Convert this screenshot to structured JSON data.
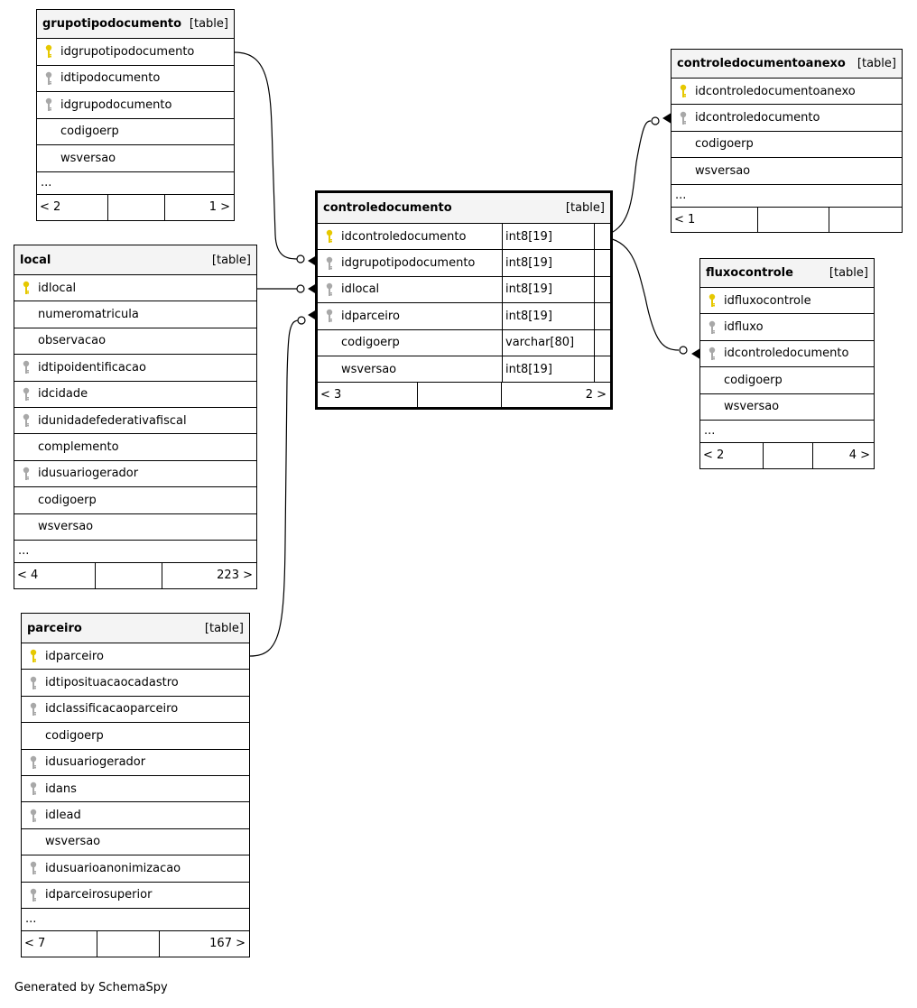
{
  "generated": "Generated by SchemaSpy",
  "tables": {
    "grupotipodocumento": {
      "name": "grupotipodocumento",
      "tag": "[table]",
      "columns": [
        {
          "name": "idgrupotipodocumento",
          "key": "primary"
        },
        {
          "name": "idtipodocumento",
          "key": "foreign"
        },
        {
          "name": "idgrupodocumento",
          "key": "foreign"
        },
        {
          "name": "codigoerp",
          "key": "none"
        },
        {
          "name": "wsversao",
          "key": "none"
        }
      ],
      "ellipsis": "...",
      "footer": {
        "left": "< 2",
        "right": "1 >"
      }
    },
    "local": {
      "name": "local",
      "tag": "[table]",
      "columns": [
        {
          "name": "idlocal",
          "key": "primary"
        },
        {
          "name": "numeromatricula",
          "key": "none"
        },
        {
          "name": "observacao",
          "key": "none"
        },
        {
          "name": "idtipoidentificacao",
          "key": "foreign"
        },
        {
          "name": "idcidade",
          "key": "foreign"
        },
        {
          "name": "idunidadefederativafiscal",
          "key": "foreign"
        },
        {
          "name": "complemento",
          "key": "none"
        },
        {
          "name": "idusuariogerador",
          "key": "foreign"
        },
        {
          "name": "codigoerp",
          "key": "none"
        },
        {
          "name": "wsversao",
          "key": "none"
        }
      ],
      "ellipsis": "...",
      "footer": {
        "left": "< 4",
        "right": "223 >"
      }
    },
    "parceiro": {
      "name": "parceiro",
      "tag": "[table]",
      "columns": [
        {
          "name": "idparceiro",
          "key": "primary"
        },
        {
          "name": "idtiposituacaocadastro",
          "key": "foreign"
        },
        {
          "name": "idclassificacaoparceiro",
          "key": "foreign"
        },
        {
          "name": "codigoerp",
          "key": "none"
        },
        {
          "name": "idusuariogerador",
          "key": "foreign"
        },
        {
          "name": "idans",
          "key": "foreign"
        },
        {
          "name": "idlead",
          "key": "foreign"
        },
        {
          "name": "wsversao",
          "key": "none"
        },
        {
          "name": "idusuarioanonimizacao",
          "key": "foreign"
        },
        {
          "name": "idparceirosuperior",
          "key": "foreign"
        }
      ],
      "ellipsis": "...",
      "footer": {
        "left": "< 7",
        "right": "167 >"
      }
    },
    "controledocumento": {
      "name": "controledocumento",
      "tag": "[table]",
      "columns": [
        {
          "name": "idcontroledocumento",
          "type": "int8[19]",
          "key": "primary"
        },
        {
          "name": "idgrupotipodocumento",
          "type": "int8[19]",
          "key": "foreign"
        },
        {
          "name": "idlocal",
          "type": "int8[19]",
          "key": "foreign"
        },
        {
          "name": "idparceiro",
          "type": "int8[19]",
          "key": "foreign"
        },
        {
          "name": "codigoerp",
          "type": "varchar[80]",
          "key": "none"
        },
        {
          "name": "wsversao",
          "type": "int8[19]",
          "key": "none"
        }
      ],
      "footer": {
        "left": "< 3",
        "right": "2 >"
      }
    },
    "controledocumentoanexo": {
      "name": "controledocumentoanexo",
      "tag": "[table]",
      "columns": [
        {
          "name": "idcontroledocumentoanexo",
          "key": "primary"
        },
        {
          "name": "idcontroledocumento",
          "key": "foreign"
        },
        {
          "name": "codigoerp",
          "key": "none"
        },
        {
          "name": "wsversao",
          "key": "none"
        }
      ],
      "ellipsis": "...",
      "footer": {
        "left": "< 1",
        "right": ""
      }
    },
    "fluxocontrole": {
      "name": "fluxocontrole",
      "tag": "[table]",
      "columns": [
        {
          "name": "idfluxocontrole",
          "key": "primary"
        },
        {
          "name": "idfluxo",
          "key": "foreign"
        },
        {
          "name": "idcontroledocumento",
          "key": "foreign"
        },
        {
          "name": "codigoerp",
          "key": "none"
        },
        {
          "name": "wsversao",
          "key": "none"
        }
      ],
      "ellipsis": "...",
      "footer": {
        "left": "< 2",
        "right": "4 >"
      }
    }
  },
  "colors": {
    "primary_key": "#e6c800",
    "foreign_key": "#a8a8a8",
    "line": "#000000"
  }
}
